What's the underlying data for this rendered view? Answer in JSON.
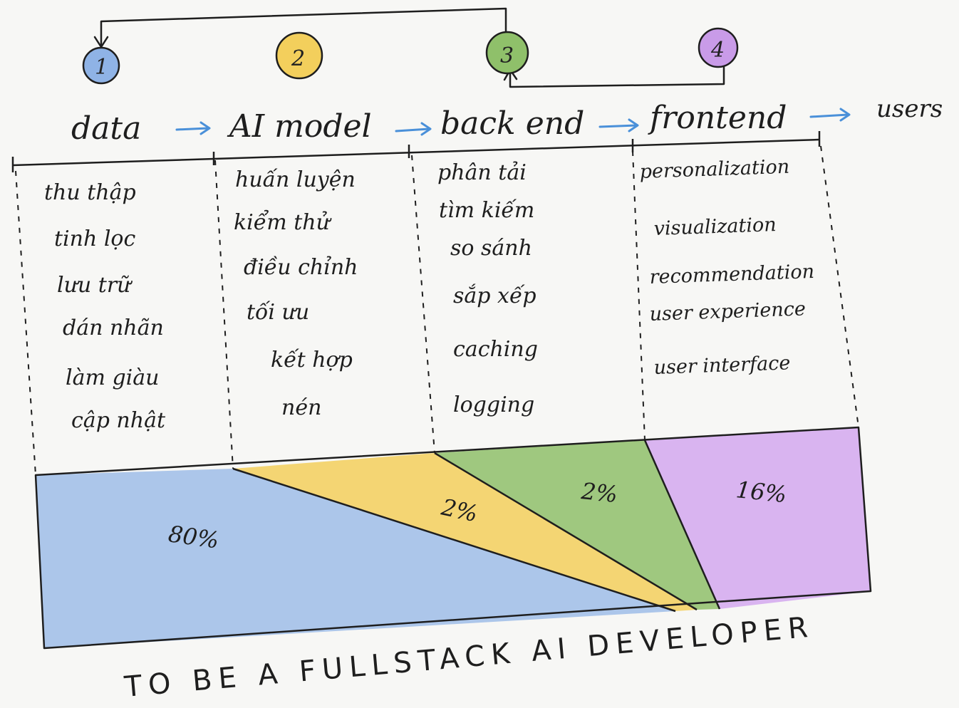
{
  "colors": {
    "data": "#9fbde8",
    "ai_model": "#f3cf5c",
    "backend": "#8fc06a",
    "frontend": "#d4a8ee",
    "arrow": "#4a90d9",
    "ink": "#1e1e1e"
  },
  "steps": [
    {
      "number": "1",
      "color": "#8fb3e6"
    },
    {
      "number": "2",
      "color": "#f3cf5c"
    },
    {
      "number": "3",
      "color": "#8fc06a"
    },
    {
      "number": "4",
      "color": "#c99be8"
    }
  ],
  "pipeline": {
    "stages": [
      "data",
      "AI model",
      "back end",
      "frontend"
    ],
    "end": "users"
  },
  "columns": [
    {
      "items": [
        "thu thập",
        "tinh lọc",
        "lưu trữ",
        "dán nhãn",
        "làm giàu",
        "cập nhật"
      ]
    },
    {
      "items": [
        "huấn luyện",
        "kiểm thử",
        "điều chỉnh",
        "tối ưu",
        "kết hợp",
        "nén"
      ]
    },
    {
      "items": [
        "phân tải",
        "tìm kiếm",
        "so sánh",
        "sắp xếp",
        "caching",
        "logging"
      ]
    },
    {
      "items": [
        "personalization",
        "visualization",
        "recommendation",
        "user experience",
        "user interface"
      ]
    }
  ],
  "shares": {
    "data": {
      "label": "80%",
      "value": 80
    },
    "ai_model": {
      "label": "2%",
      "value": 2
    },
    "backend": {
      "label": "2%",
      "value": 2
    },
    "frontend": {
      "label": "16%",
      "value": 16
    }
  },
  "footer": "TO BE A FULLSTACK AI DEVELOPER"
}
